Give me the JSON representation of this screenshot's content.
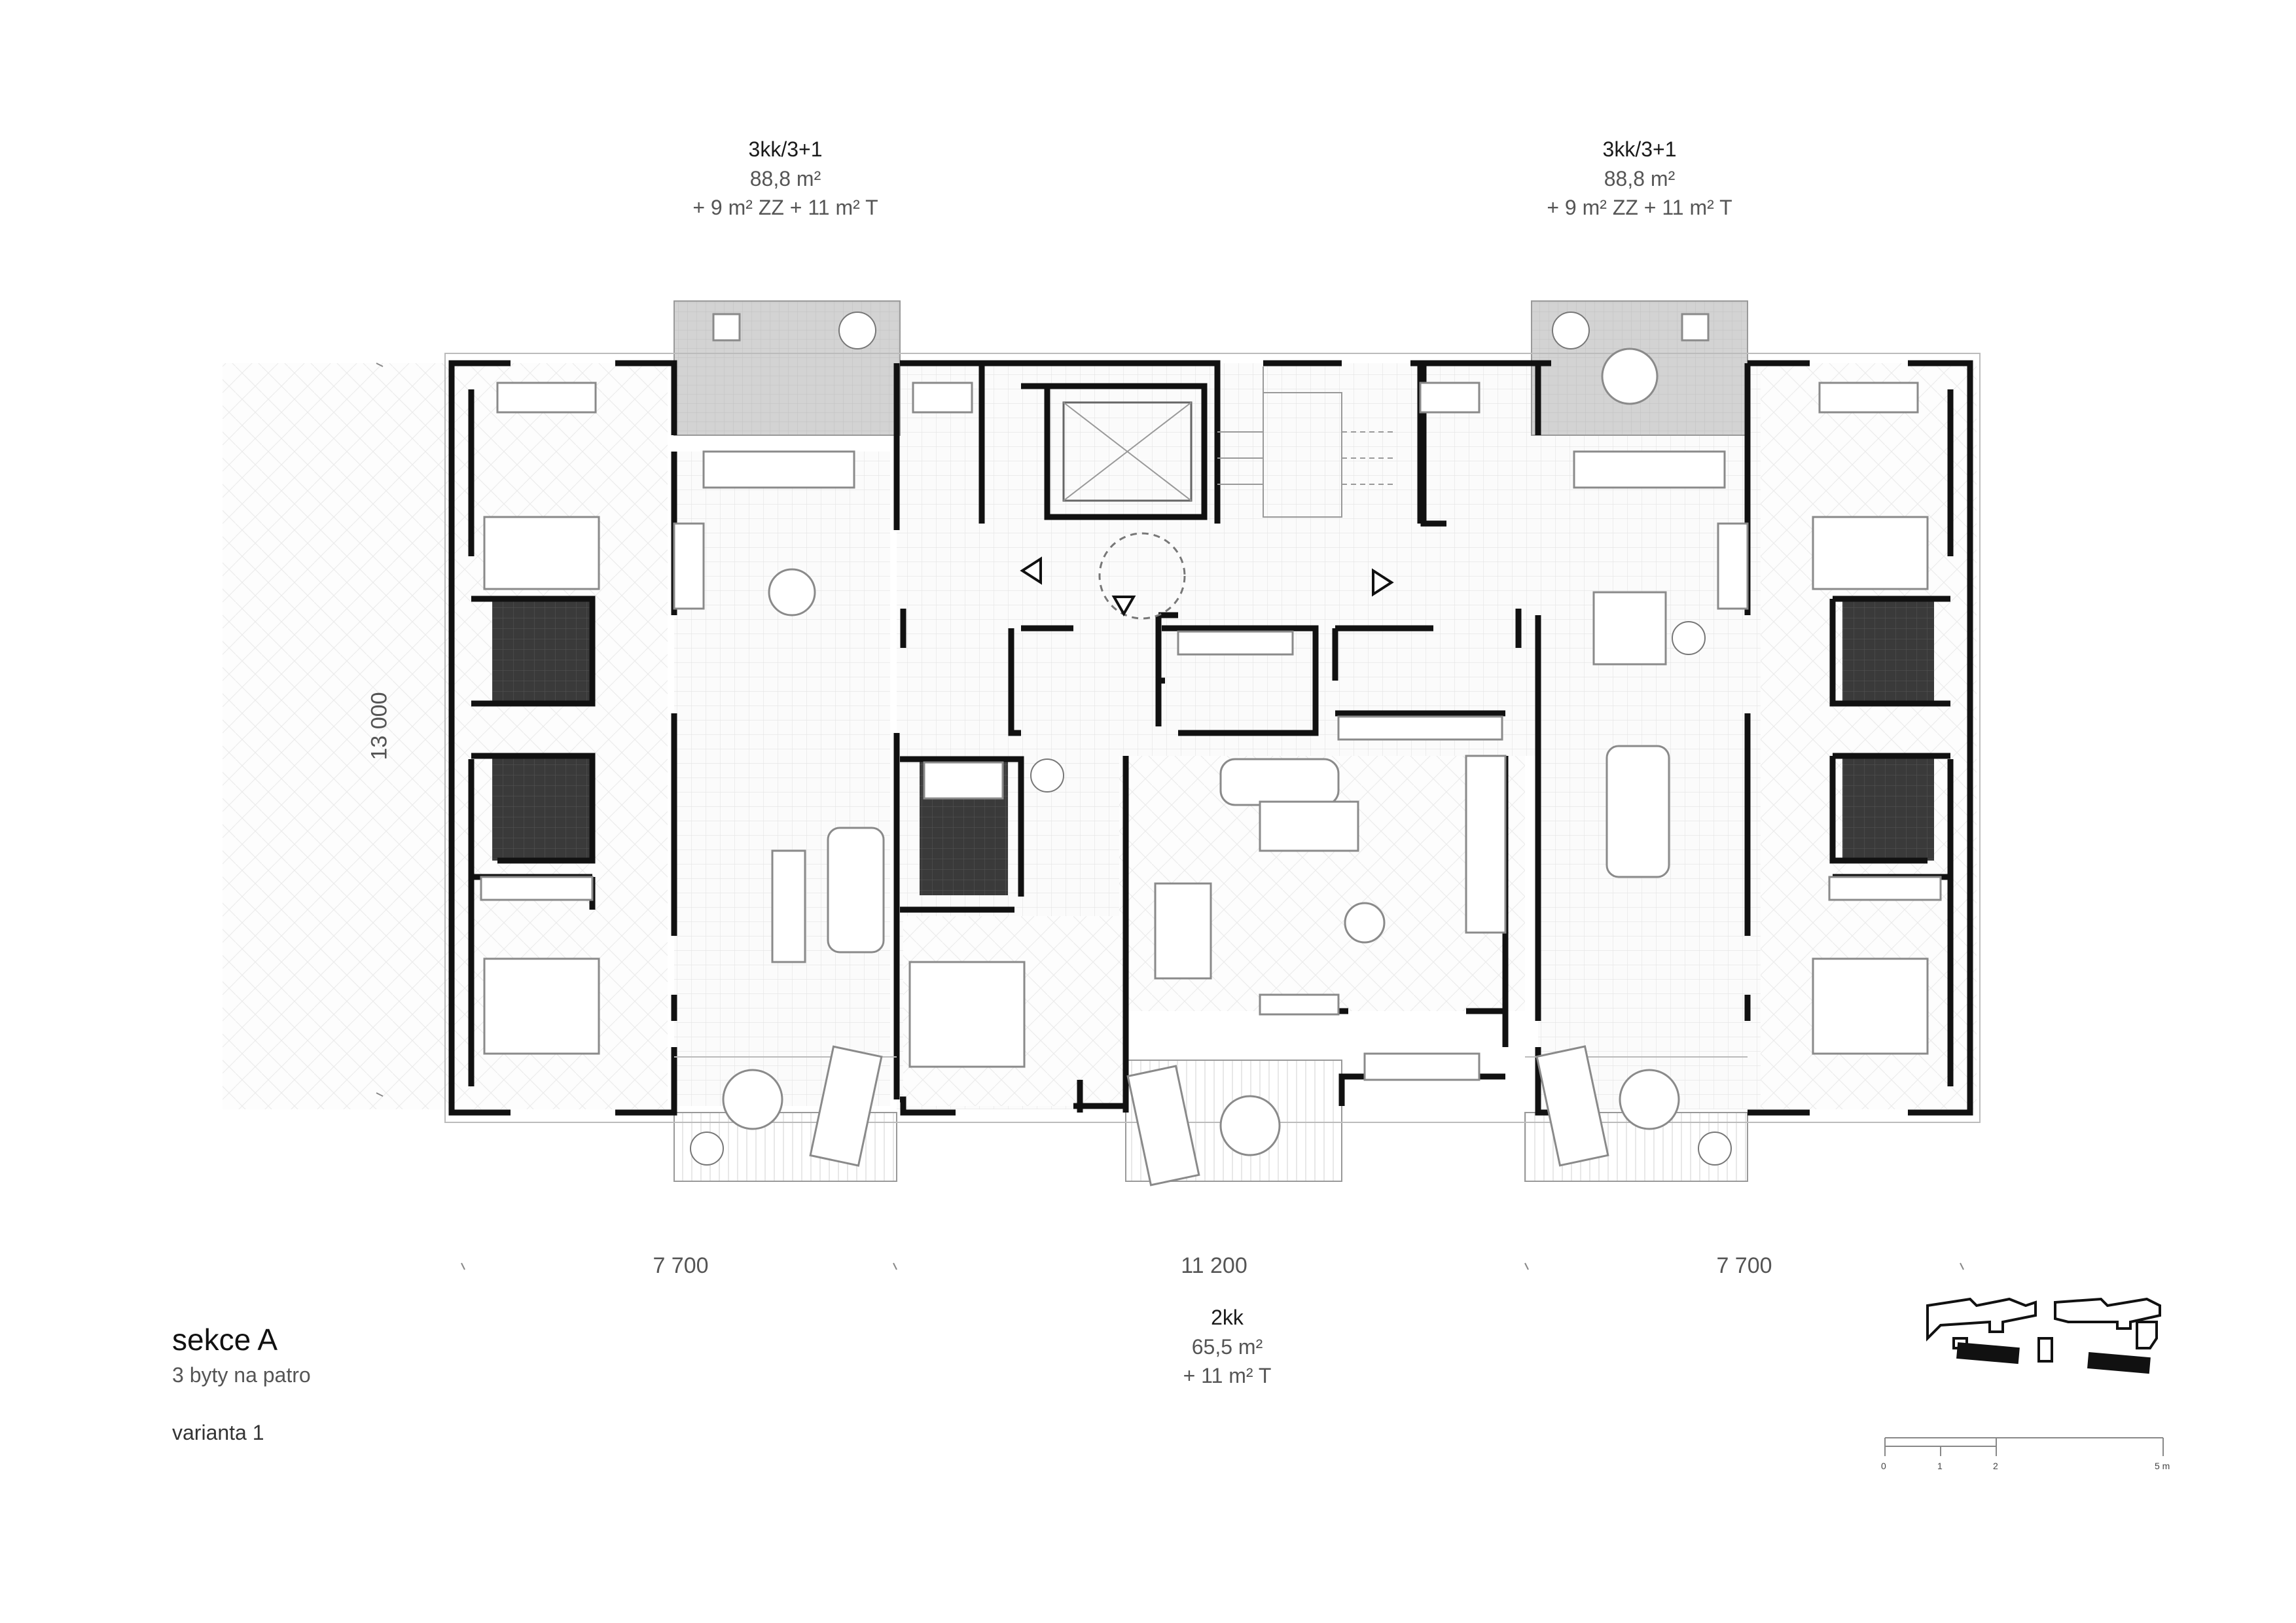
{
  "units": {
    "left": {
      "type": "3kk/3+1",
      "area": "88,8 m²",
      "extra": "+ 9 m² ZZ + 11 m² T"
    },
    "right": {
      "type": "3kk/3+1",
      "area": "88,8 m²",
      "extra": "+ 9 m² ZZ + 11 m² T"
    },
    "center": {
      "type": "2kk",
      "area": "65,5 m²",
      "extra": "+ 11 m² T"
    }
  },
  "dimensions": {
    "depth": "13 000",
    "left_width": "7 700",
    "center_width": "11 200",
    "right_width": "7 700"
  },
  "section": {
    "title": "sekce A",
    "subtitle": "3 byty na patro",
    "variant": "varianta 1"
  },
  "scale_bar": {
    "labels": [
      "0",
      "1",
      "2",
      "5 m"
    ]
  },
  "colors": {
    "wall": "#111111",
    "terrace": "#cfcfcf",
    "bathroom": "#3b3b3b",
    "floor_pattern": "#e6e6e6",
    "furniture": "#bdbdbd"
  }
}
